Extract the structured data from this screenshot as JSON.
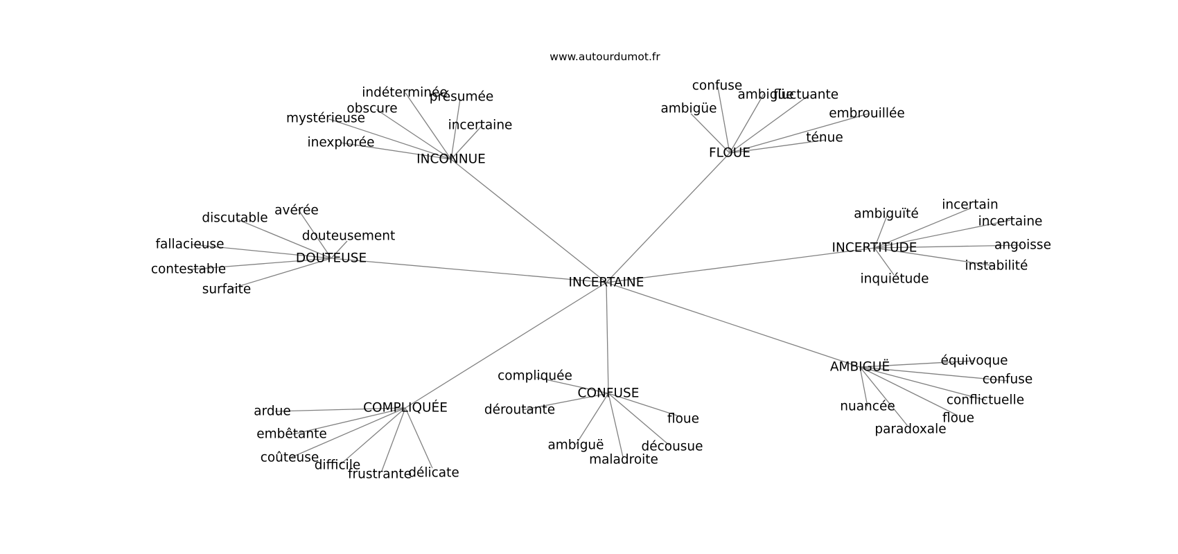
{
  "site_label": "www.autourdumot.fr",
  "root": "INCERTAINE",
  "clusters": [
    {
      "id": "inconnue",
      "label": "INCONNUE",
      "words": [
        "indéterminée",
        "présumée",
        "obscure",
        "mystérieuse",
        "incertaine",
        "inexplorée"
      ]
    },
    {
      "id": "floue",
      "label": "FLOUE",
      "words": [
        "confuse",
        "ambigüe",
        "fluctuante",
        "ambigüe",
        "embrouillée",
        "ténue"
      ]
    },
    {
      "id": "douteuse",
      "label": "DOUTEUSE",
      "words": [
        "avérée",
        "discutable",
        "douteusement",
        "fallacieuse",
        "contestable",
        "surfaite"
      ]
    },
    {
      "id": "incertitude",
      "label": "INCERTITUDE",
      "words": [
        "incertain",
        "ambiguïté",
        "incertaine",
        "angoisse",
        "instabilité",
        "inquiétude"
      ]
    },
    {
      "id": "ambigue",
      "label": "AMBIGUË",
      "words": [
        "équivoque",
        "confuse",
        "conflictuelle",
        "nuancée",
        "floue",
        "paradoxale"
      ]
    },
    {
      "id": "confuse",
      "label": "CONFUSE",
      "words": [
        "compliquée",
        "déroutante",
        "floue",
        "ambiguë",
        "décousue",
        "maladroite"
      ]
    },
    {
      "id": "compliquee",
      "label": "COMPLIQUÉE",
      "words": [
        "ardue",
        "embêtante",
        "coûteuse",
        "difficile",
        "frustrante",
        "délicate"
      ]
    }
  ]
}
